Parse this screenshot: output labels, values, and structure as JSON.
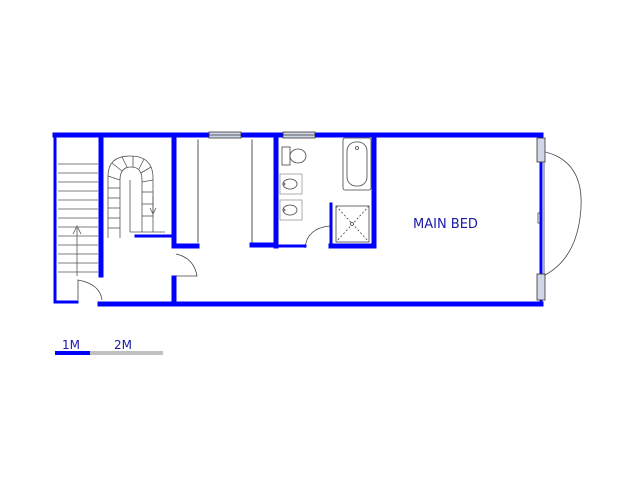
{
  "rooms": {
    "main_bed": "MAIN BED"
  },
  "scale_bar": {
    "label_1": "1M",
    "label_2": "2M"
  },
  "colors": {
    "wall": "#0000ff",
    "fixture_line": "#1a1a8c",
    "window_fill": "#cfd6e6",
    "scale_grey": "#c0c0c0"
  }
}
